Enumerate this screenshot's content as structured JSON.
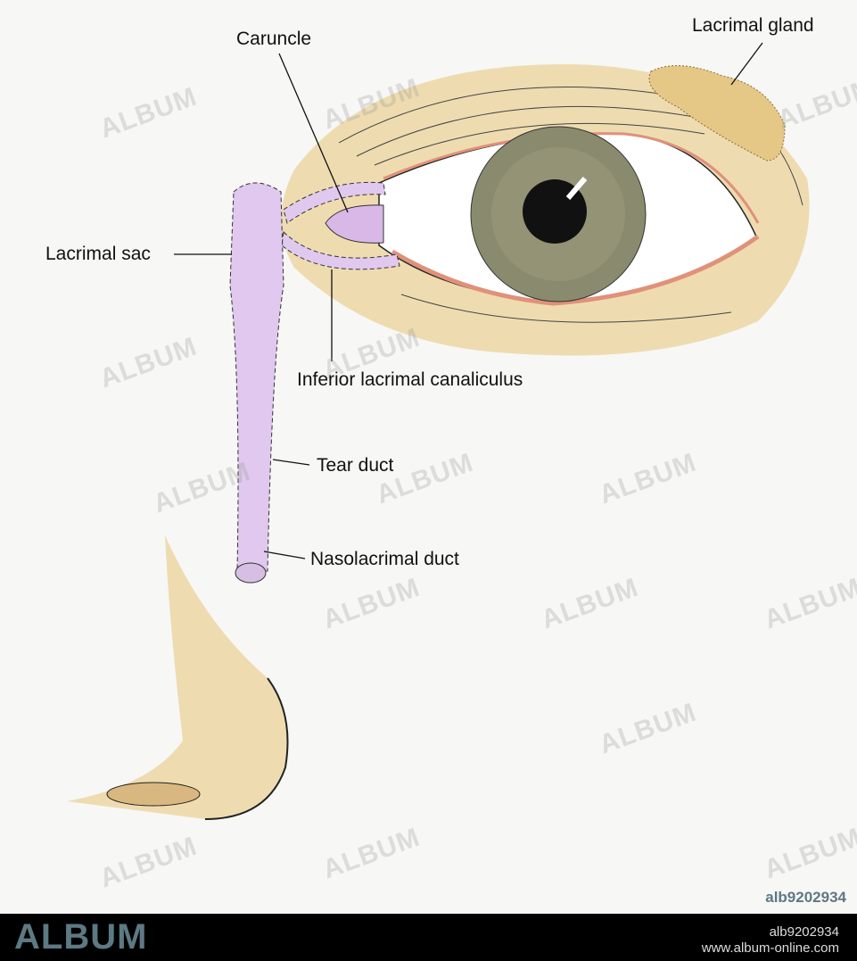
{
  "labels": {
    "caruncle": "Caruncle",
    "lacrimal_gland": "Lacrimal gland",
    "lacrimal_sac": "Lacrimal sac",
    "inferior_canaliculus": "Inferior lacrimal canaliculus",
    "tear_duct": "Tear duct",
    "nasolacrimal_duct": "Nasolacrimal duct"
  },
  "watermark": "ALBUM",
  "image_id": "alb9202934",
  "footer": {
    "logo": "ALBUM",
    "image_id": "alb9202934",
    "url": "www.album-online.com"
  },
  "colors": {
    "skin": "#eedcb0",
    "duct": "#e1c8ee",
    "iris": "#8a8a6e",
    "lid_margin": "#e0917a",
    "brand": "#5d7983"
  }
}
